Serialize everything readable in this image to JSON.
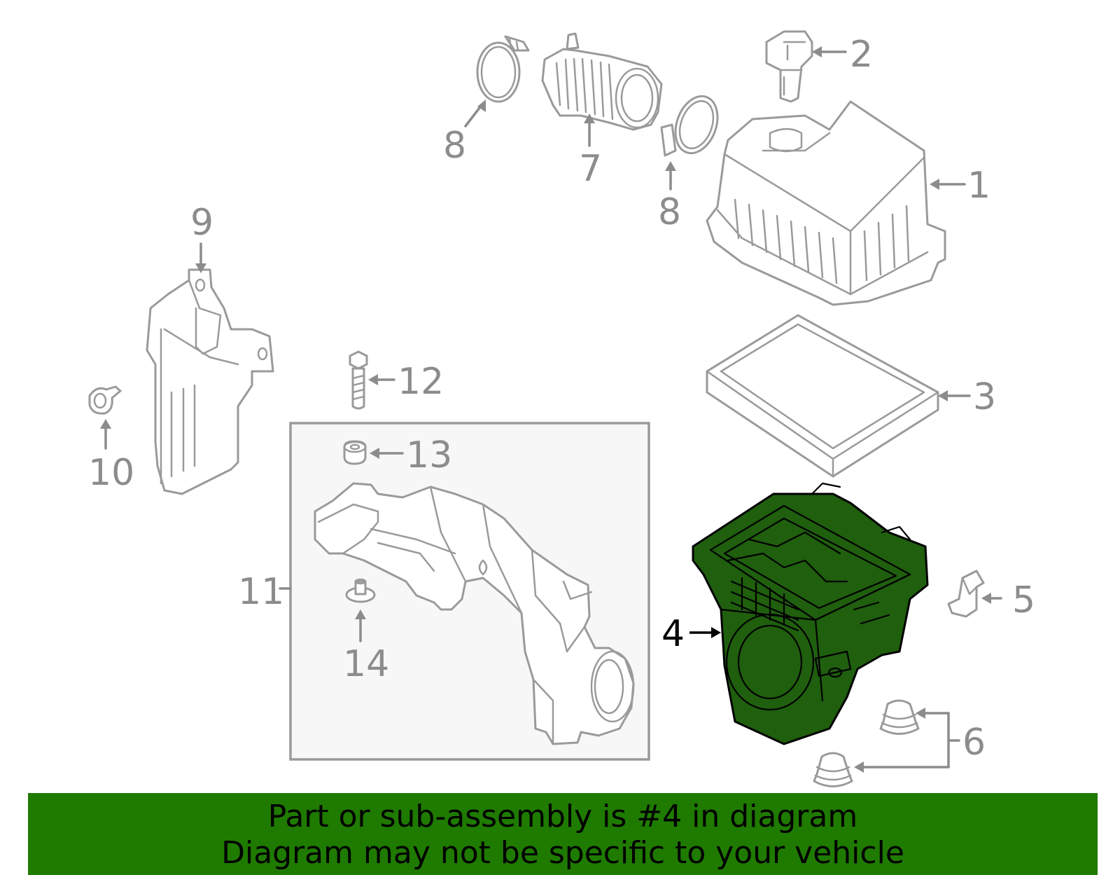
{
  "callouts": [
    {
      "id": "1",
      "label": "1"
    },
    {
      "id": "2",
      "label": "2"
    },
    {
      "id": "3",
      "label": "3"
    },
    {
      "id": "4",
      "label": "4"
    },
    {
      "id": "5",
      "label": "5"
    },
    {
      "id": "6",
      "label": "6"
    },
    {
      "id": "7",
      "label": "7"
    },
    {
      "id": "8a",
      "label": "8"
    },
    {
      "id": "8b",
      "label": "8"
    },
    {
      "id": "9",
      "label": "9"
    },
    {
      "id": "10",
      "label": "10"
    },
    {
      "id": "11",
      "label": "11"
    },
    {
      "id": "12",
      "label": "12"
    },
    {
      "id": "13",
      "label": "13"
    },
    {
      "id": "14",
      "label": "14"
    }
  ],
  "highlighted_part": "4",
  "colors": {
    "highlight_fill": "#1f5f0e",
    "banner_background": "#1f7a00",
    "part_stroke": "#9a9a9a"
  },
  "banner": {
    "line1": "Part or sub-assembly is #4 in diagram",
    "line2": "Diagram may not be specific to your vehicle"
  }
}
